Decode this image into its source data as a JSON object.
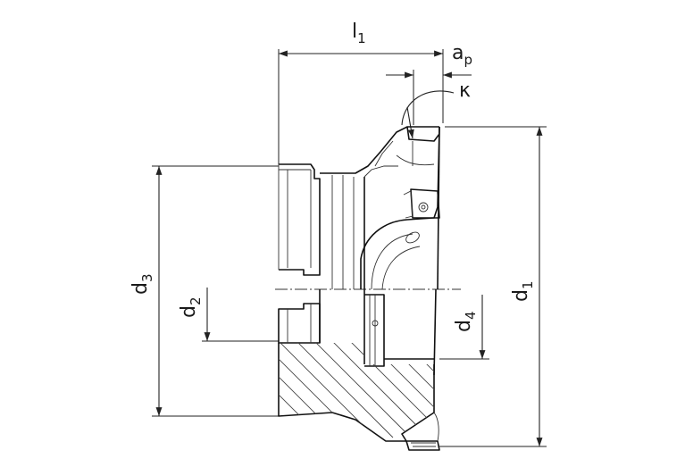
{
  "labels": {
    "l1": {
      "main": "l",
      "sub": "1"
    },
    "ap": {
      "main": "a",
      "sub": "p"
    },
    "kappa": {
      "main": "κ"
    },
    "d1": {
      "main": "d",
      "sub": "1"
    },
    "d2": {
      "main": "d",
      "sub": "2"
    },
    "d3": {
      "main": "d",
      "sub": "3"
    },
    "d4": {
      "main": "d",
      "sub": "4"
    }
  }
}
